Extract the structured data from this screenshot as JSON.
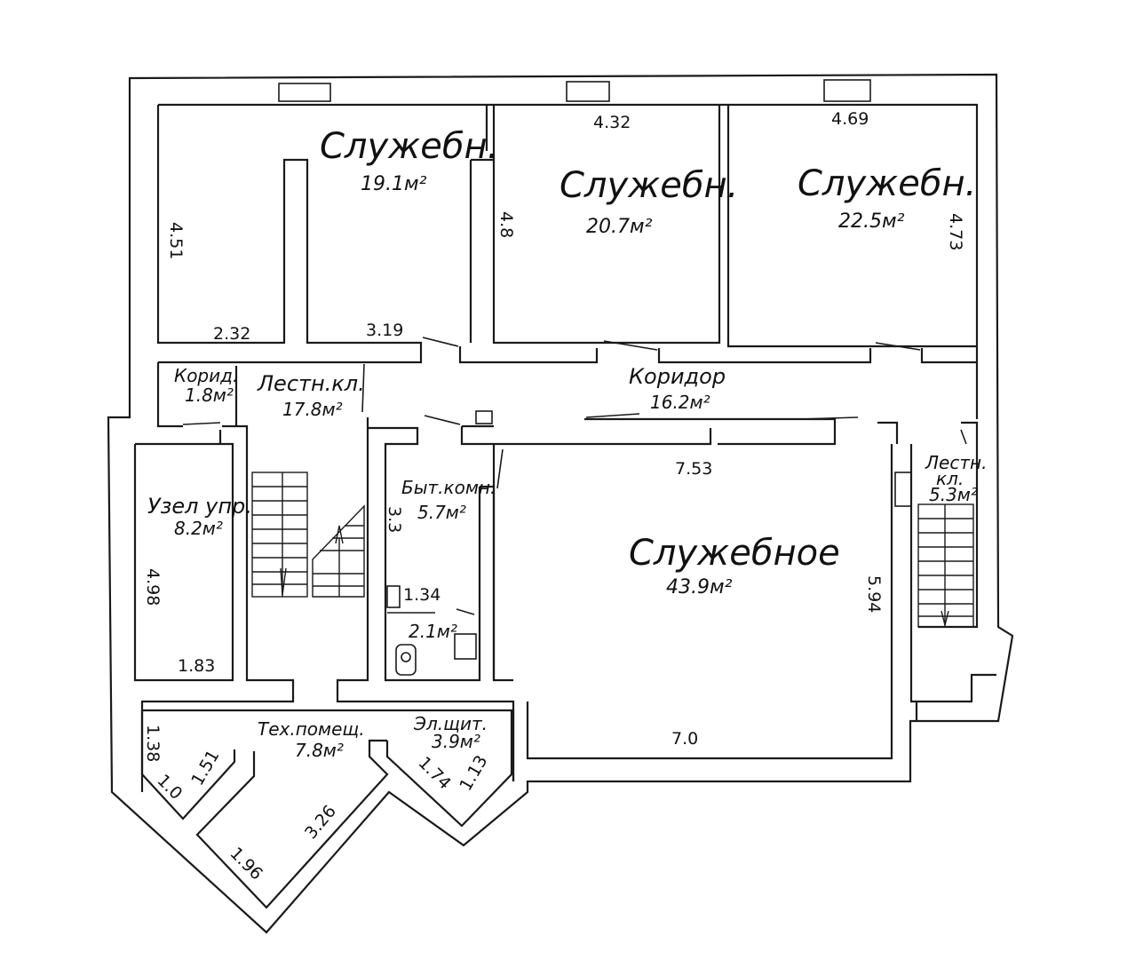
{
  "rooms": {
    "office_1": {
      "label": "Служебн.",
      "area": "19.1м²"
    },
    "office_2": {
      "label": "Служебн.",
      "area": "20.7м²"
    },
    "office_3": {
      "label": "Служебн.",
      "area": "22.5м²"
    },
    "corridor_small": {
      "label": "Корид.",
      "area": "1.8м²"
    },
    "stair_left": {
      "label": "Лестн.кл.",
      "area": "17.8м²"
    },
    "corridor": {
      "label": "Коридор",
      "area": "16.2м²"
    },
    "stair_right": {
      "label_1": "Лестн.",
      "label_2": "кл.",
      "area": "5.3м²"
    },
    "control_unit": {
      "label": "Узел упр.",
      "area": "8.2м²"
    },
    "utility": {
      "label": "Быт.комн.",
      "area": "5.7м²"
    },
    "wc": {
      "area": "2.1м²"
    },
    "office_main": {
      "label": "Служебное",
      "area": "43.9м²"
    },
    "tech": {
      "label": "Тех.помещ.",
      "area": "7.8м²"
    },
    "electrical": {
      "label": "Эл.щит.",
      "area": "3.9м²"
    }
  },
  "dimensions": {
    "d432": "4.32",
    "d469": "4.69",
    "d451": "4.51",
    "d48": "4.8",
    "d473": "4.73",
    "d232": "2.32",
    "d319": "3.19",
    "d753": "7.53",
    "d33": "3.3",
    "d134": "1.34",
    "d498": "4.98",
    "d183": "1.83",
    "d594": "5.94",
    "d70": "7.0",
    "d138": "1.38",
    "d10": "1.0",
    "d151": "1.51",
    "d326": "3.26",
    "d196": "1.96",
    "d174": "1.74",
    "d113": "1.13"
  }
}
